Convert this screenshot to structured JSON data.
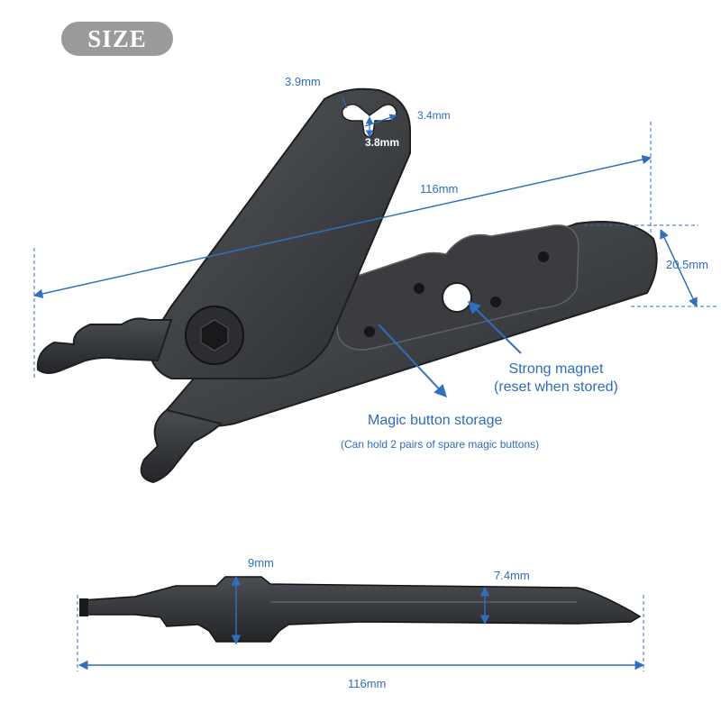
{
  "badge": {
    "label": "SIZE"
  },
  "top_view": {
    "hole_width": "3.9mm",
    "slot_width": "3.4mm",
    "slot_height": "3.8mm",
    "length": "116mm",
    "width": "20.5mm"
  },
  "callouts": {
    "magnet_line1": "Strong magnet",
    "magnet_line2": "(reset when stored)",
    "storage_title": "Magic button storage",
    "storage_sub": "(Can hold 2 pairs of spare magic buttons)"
  },
  "side_view": {
    "thickness_hinge": "9mm",
    "thickness_body": "7.4mm",
    "length": "116mm"
  },
  "colors": {
    "accent": "#2f6fbf",
    "tool": "#3b3d40",
    "badge": "#9a9a9a"
  }
}
